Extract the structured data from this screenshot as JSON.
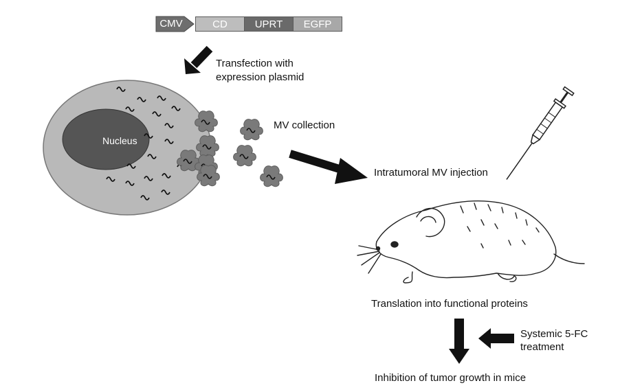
{
  "plasmid": {
    "segments": [
      "CMV",
      "CD",
      "UPRT",
      "EGFP"
    ]
  },
  "steps": {
    "transfection": [
      "Transfection with",
      "expression plasmid"
    ],
    "nucleus": "Nucleus",
    "mv_collection": "MV collection",
    "injection": "Intratumoral MV injection",
    "translation": "Translation into functional proteins",
    "treatment": [
      "Systemic 5-FC",
      "treatment"
    ],
    "inhibition": "Inhibition of tumor growth in mice"
  },
  "colors": {
    "cell": "#b9b9b9",
    "nucleus": "#555555",
    "mv": "#7a7a7a",
    "arrow": "#111111",
    "cmv": "#6e6e6e",
    "cd": "#bdbdbd",
    "uprt": "#6a6a6a",
    "egfp": "#a8a8a8"
  }
}
